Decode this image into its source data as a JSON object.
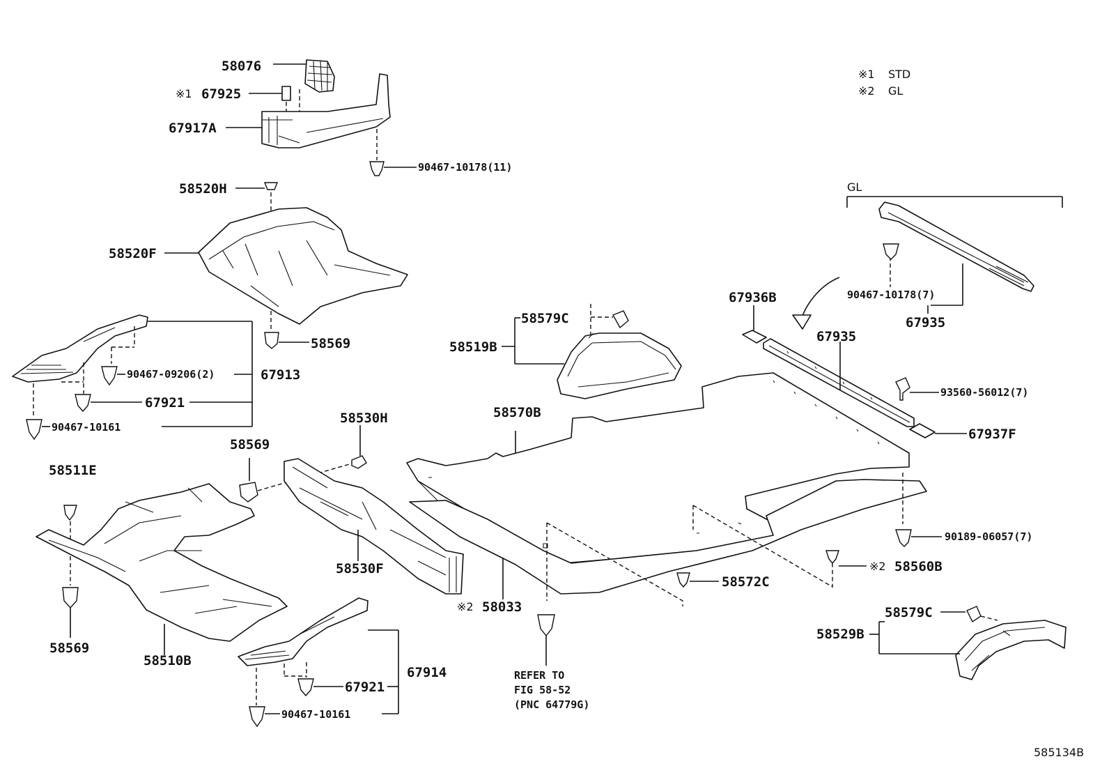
{
  "legend": {
    "items": [
      {
        "mark": "※1",
        "text": "STD"
      },
      {
        "mark": "※2",
        "text": "GL"
      }
    ],
    "group_label": "GL"
  },
  "callouts": {
    "p58076": "58076",
    "p67925_mark": "※1",
    "p67925": "67925",
    "p67917A": "67917A",
    "p90467_10178_11": "90467-10178(11)",
    "p58520H": "58520H",
    "p58520F": "58520F",
    "p58569_a": "58569",
    "p67913": "67913",
    "p90467_09206_2": "90467-09206(2)",
    "p67921_a": "67921",
    "p90467_10161_a": "90467-10161",
    "p58530H": "58530H",
    "p58569_b": "58569",
    "p58511E": "58511E",
    "p58569_c": "58569",
    "p58510B": "58510B",
    "p58530F": "58530F",
    "p67914": "67914",
    "p67921_b": "67921",
    "p90467_10161_b": "90467-10161",
    "p58579C_a": "58579C",
    "p58519B": "58519B",
    "p58570B": "58570B",
    "p58033_mark": "※2",
    "p58033": "58033",
    "p58572C": "58572C",
    "p67936B": "67936B",
    "p67935_a": "67935",
    "p90467_10178_7": "90467-10178(7)",
    "p67935_b": "67935",
    "p93560_56012_7": "93560-56012(7)",
    "p67937F": "67937F",
    "p90189_06057_7": "90189-06057(7)",
    "p58560B_mark": "※2",
    "p58560B": "58560B",
    "p58579C_b": "58579C",
    "p58529B": "58529B"
  },
  "refer_note": {
    "line1": "REFER TO",
    "line2": "FIG 58-52",
    "line3": "(PNC 64779G)"
  },
  "figure_id": "585134B"
}
